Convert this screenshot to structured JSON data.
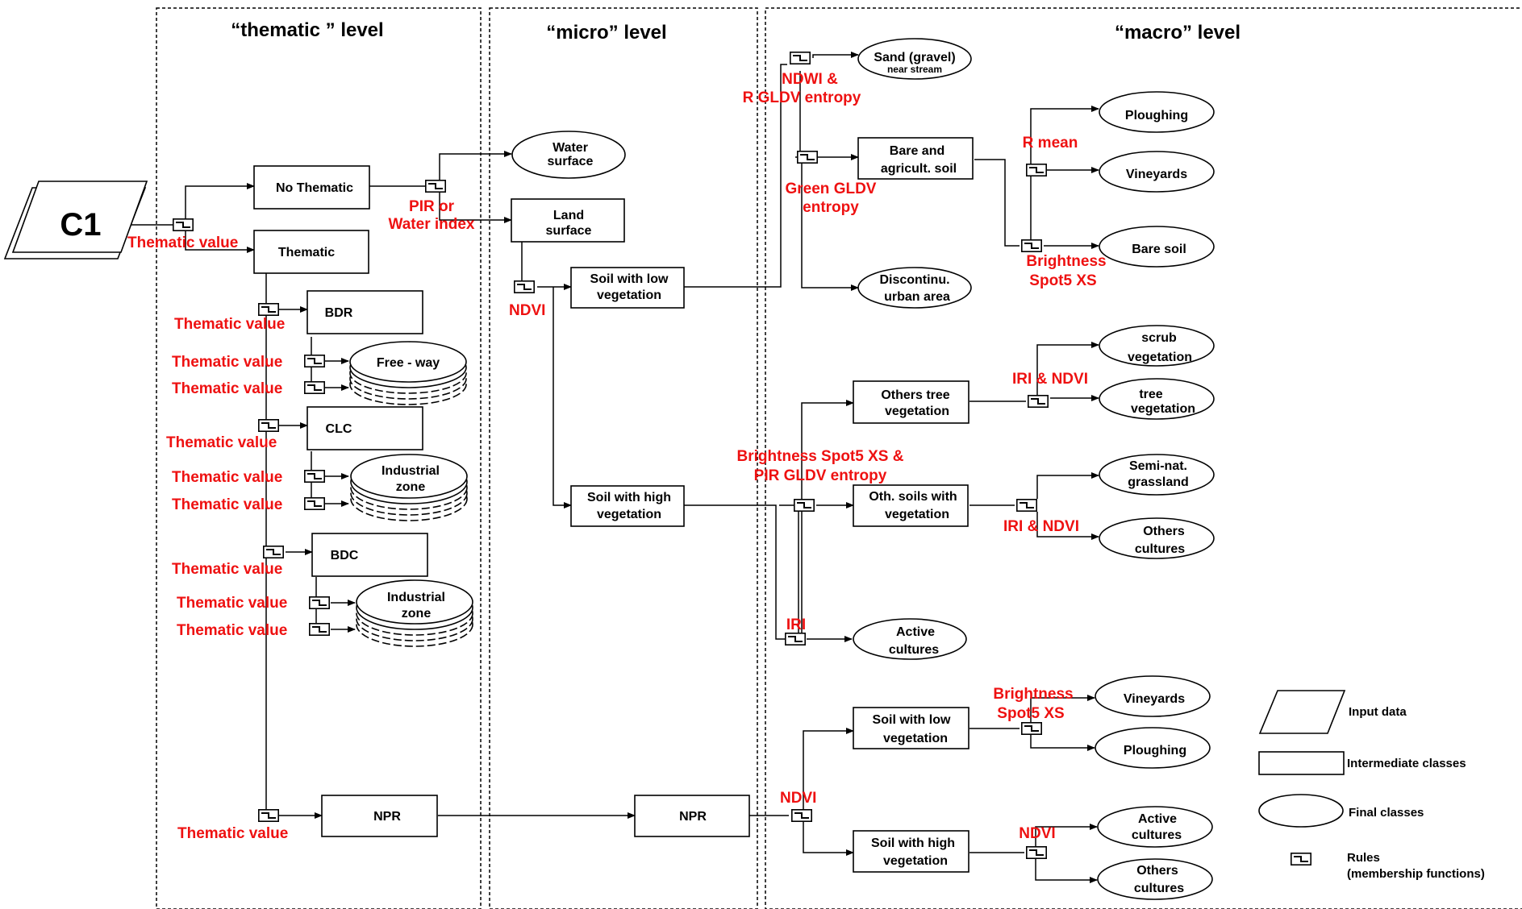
{
  "levels": {
    "thematic": "“thematic ” level",
    "micro": "“micro” level",
    "macro": "“macro” level"
  },
  "input": {
    "label": "C1"
  },
  "thematic": {
    "no_thematic": "No Thematic",
    "thematic": "Thematic",
    "bdr": "BDR",
    "clc": "CLC",
    "bdc": "BDC",
    "npr": "NPR",
    "free_way": "Free - way",
    "industrial_zone_1": [
      "Industrial",
      "zone"
    ],
    "industrial_zone_2": [
      "Industrial",
      "zone"
    ]
  },
  "micro": {
    "water_surface": [
      "Water",
      "surface"
    ],
    "land_surface": [
      "Land",
      "surface"
    ],
    "soil_low_veg": [
      "Soil with  low",
      "vegetation"
    ],
    "soil_high_veg": [
      "Soil with high",
      "vegetation"
    ],
    "npr": "NPR"
  },
  "macro": {
    "sand": [
      "Sand (gravel)",
      "near stream"
    ],
    "bare_agri": [
      "Bare and",
      "agricult. soil"
    ],
    "ploughing_1": "Ploughing",
    "vineyards_1": "Vineyards",
    "bare_soil": "Bare soil",
    "discontinu": [
      "Discontinu.",
      "urban area"
    ],
    "scrub": [
      "scrub",
      "vegetation"
    ],
    "others_tree": [
      "Others tree",
      "vegetation"
    ],
    "tree_veg": [
      "tree",
      "vegetation"
    ],
    "semi_nat": [
      "Semi-nat.",
      "grassland"
    ],
    "oth_soils": [
      "Oth. soils with",
      "vegetation"
    ],
    "others_cultures_1": [
      "Others",
      "cultures"
    ],
    "active_cultures_1": [
      "Active",
      "cultures"
    ],
    "soil_low_veg": [
      "Soil with  low",
      "vegetation"
    ],
    "vineyards_2": "Vineyards",
    "ploughing_2": "Ploughing",
    "soil_high_veg": [
      "Soil with high",
      "vegetation"
    ],
    "active_cultures_2": [
      "Active",
      "cultures"
    ],
    "others_cultures_2": [
      "Others",
      "cultures"
    ]
  },
  "rules": {
    "thematic_value": "Thematic value",
    "pir_water": [
      "PIR or",
      "Water index"
    ],
    "ndvi": "NDVI",
    "ndwi_rgldv": [
      "NDWI &",
      "R GLDV entropy"
    ],
    "green_gldv": [
      "Green GLDV",
      "entropy"
    ],
    "r_mean": "R mean",
    "brightness_spot5": [
      "Brightness",
      "Spot5 XS"
    ],
    "iri_ndvi": "IRI & NDVI",
    "bright_pir": [
      "Brightness  Spot5 XS &",
      "PIR GLDV entropy"
    ],
    "iri": "IRI"
  },
  "legend": {
    "input_data": "Input data",
    "intermediate": "Intermediate classes",
    "final": "Final classes",
    "rules": [
      "Rules",
      "(membership functions)"
    ]
  },
  "colors": {
    "rule_text": "#ee1111",
    "stroke": "#000000"
  }
}
